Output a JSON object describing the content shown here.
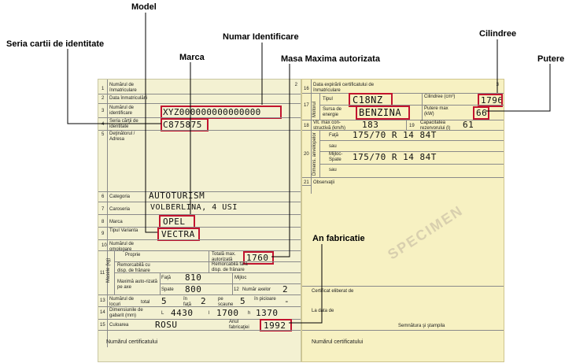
{
  "callouts": {
    "model": "Model",
    "seria": "Seria cartii de identitate",
    "numar_identificare": "Numar Identificare",
    "marca": "Marca",
    "masa": "Masa Maxima autorizata",
    "cilindree": "Cilindree",
    "putere": "Putere",
    "an_fabricatie": "An fabricatie"
  },
  "left": {
    "page_num": "2",
    "rows": [
      {
        "n": "1",
        "label": "Numărul de înmatriculare"
      },
      {
        "n": "2",
        "label": "Data înmatriculării"
      },
      {
        "n": "3",
        "label": "Numărul de identificare"
      },
      {
        "n": "4",
        "label": "Seria cărţii de identitate"
      },
      {
        "n": "5",
        "label": "Deţinătorul / Adresa"
      }
    ],
    "vin": "XYZ000000000000000",
    "seria_carte": "C875875",
    "rows2": [
      {
        "n": "6",
        "label": "Categoria"
      },
      {
        "n": "7",
        "label": "Caroseria"
      },
      {
        "n": "8",
        "label": "Marca"
      },
      {
        "n": "9",
        "label": "Tipul Varianta"
      },
      {
        "n": "10",
        "label": "Numărul de omologare"
      }
    ],
    "categoria": "AUTOTURISM",
    "caroseria": "VOLBERLINA, 4 USI",
    "marca": "OPEL",
    "tipul": "VECTRA",
    "masa": {
      "n": "11",
      "group": "Masele (kg)",
      "proprie": "Proprie",
      "totala_label": "Totală max. autorizată",
      "totala": "1760",
      "remorcabila_cu": "Remorcabilă cu disp. de frânare",
      "remorcabila_fara": "Remorcabilă fără disp. de frânare",
      "maxima_axe": "Maximă auto-rizată pe axe",
      "fata": "Faţă",
      "fata_val": "810",
      "mijloc": "Mijloc",
      "spate": "Spate",
      "spate_val": "800",
      "n12": "12",
      "nr_axelor": "Număr axelor",
      "nr_axelor_val": "2"
    },
    "locuri": {
      "n": "13",
      "label": "Numărul de locuri",
      "total": "total",
      "total_val": "5",
      "in_fata": "în faţă",
      "in_fata_val": "2",
      "pe_scaune": "pe scaune",
      "pe_scaune_val": "5",
      "in_picioare": "în picioare",
      "in_picioare_val": "-"
    },
    "gabarit": {
      "n": "14",
      "label": "Dimensiunile de gabarit (mm)",
      "l": "L",
      "l_val": "4430",
      "i": "l",
      "i_val": "1700",
      "h": "h",
      "h_val": "1370"
    },
    "culoare": {
      "n": "15",
      "label": "Culoarea",
      "val": "ROSU",
      "an_label": "Anul fabricaţiei",
      "an_val": "1992"
    },
    "footer": "Numărul certificatului"
  },
  "right": {
    "page_num": "3",
    "r16": {
      "n": "16",
      "label": "Data expirării certificatului de înmatriculare"
    },
    "r17": {
      "n": "17",
      "group": "Motorul",
      "tipul": "Tipul",
      "tipul_val": "C18NZ",
      "sursa": "Sursa de energie",
      "sursa_val": "BENZINA",
      "cil_label": "Cilindree (cm³)",
      "cil_val": "1796",
      "putere_label": "Putere max (kW)",
      "putere_val": "66"
    },
    "r18": {
      "n": "18",
      "label": "Vit. max con-structivă (km/h)",
      "val": "183"
    },
    "r19": {
      "n": "19",
      "label": "Capacitatea rezervorului (l)",
      "val": "61"
    },
    "r20": {
      "n": "20",
      "group": "Dimens. anvelopelor",
      "fata": "Faţă",
      "fata_val": "175/70 R 14 84T",
      "sau1": "sau",
      "mijloc": "Mijloc-Spate",
      "mijloc_val": "175/70 R 14 84T",
      "sau2": "sau"
    },
    "r21": {
      "n": "21",
      "label": "Observaţii"
    },
    "watermark": "SPECIMEN",
    "certificat": "Certificat eliberat de",
    "la_data": "La data de",
    "semnatura": "Semnătura şi ştampila",
    "footer": "Numărul certificatului"
  }
}
